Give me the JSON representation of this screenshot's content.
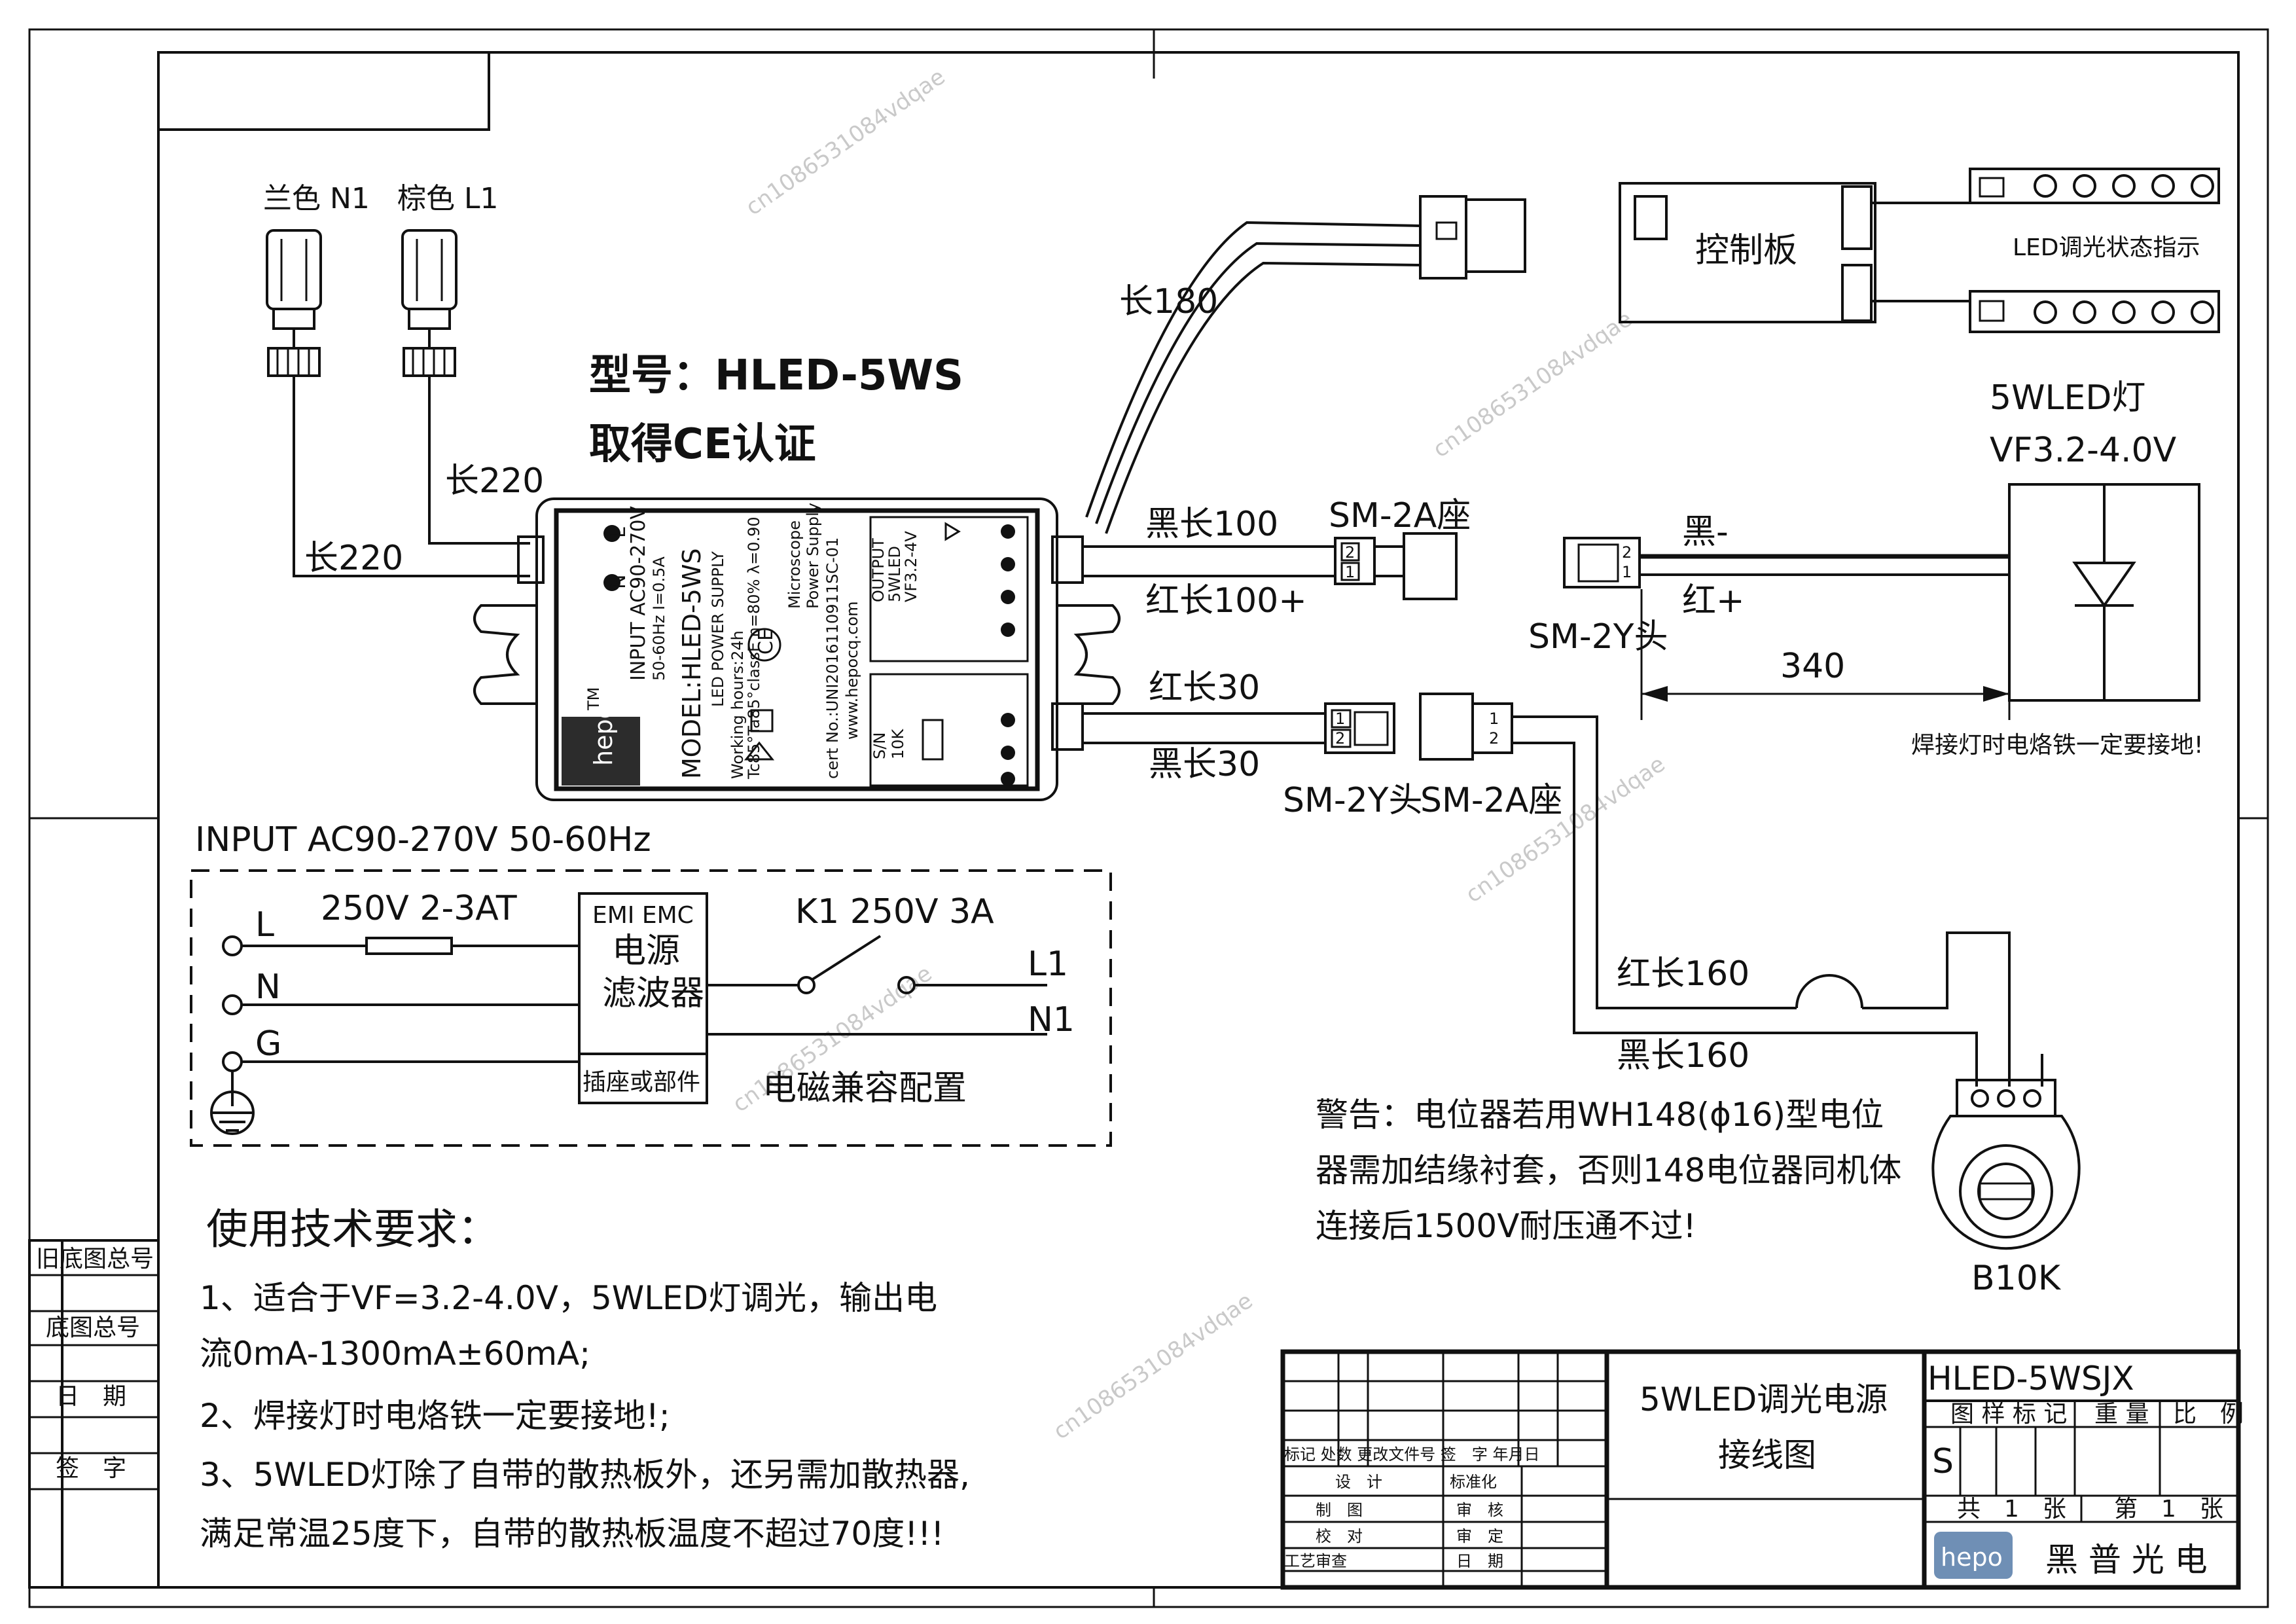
{
  "wire_labels": {
    "blue_n1": "兰色 N1",
    "brown_l1": "棕色 L1",
    "len_220_a": "长220",
    "len_220_b": "长220",
    "len_180": "长180",
    "black_100": "黑长100",
    "red_100": "红长100+",
    "red_30": "红长30",
    "black_30": "黑长30",
    "red_160": "红长160",
    "black_160": "黑长160",
    "black_minus": "黑-",
    "red_plus": "红+",
    "dim_340": "340"
  },
  "model": {
    "line1": "型号：HLED-5WS",
    "line2": "取得CE认证"
  },
  "connectors": {
    "sm2a_top": "SM-2A座",
    "sm2y_right": "SM-2Y头",
    "sm2y_bottom": "SM-2Y头",
    "sm2a_bottom": "SM-2A座",
    "pin_1": "1",
    "pin_2": "2"
  },
  "control_board": {
    "title": "控制板",
    "indicator": "LED调光状态指示"
  },
  "led_lamp": {
    "title": "5WLED灯",
    "vf": "VF3.2-4.0V",
    "solder_note": "焊接灯时电烙铁一定要接地!"
  },
  "potentiometer": {
    "label": "B10K"
  },
  "warning": [
    "警告：电位器若用WH148(ϕ16)型电位",
    "器需加结缘衬套，否则148电位器同机体",
    "连接后1500V耐压通不过!"
  ],
  "supply_label": {
    "terminal_n": "N",
    "terminal_l": "L",
    "tm": "TM",
    "brand": "hepo",
    "model": "MODEL:HLED-5WS",
    "type": "LED POWER SUPPLY",
    "input": "INPUT AC90-270V",
    "freq": "50-60Hz I=0.5A",
    "working": "Working hours:24h",
    "temp": "Tc85°Ta85°classE η=80% λ=0.90",
    "cert": "cert No.:UNI2016110911SC-01",
    "microscope": "Microscope",
    "power_supply": "Power Supply",
    "website": "www.hepocq.com",
    "output": "OUTPUT",
    "output_led": "5WLED",
    "output_vf": "VF3.2-4V",
    "ce": "CE",
    "sn": "S/N",
    "r10k": "10K"
  },
  "schematic": {
    "title": "INPUT AC90-270V 50-60Hz",
    "L": "L",
    "N": "N",
    "G": "G",
    "fuse": "250V 2-3AT",
    "emi1": "EMI EMC",
    "emi2": "电源",
    "emi3": "滤波器",
    "socket": "插座或部件",
    "switch": "K1 250V 3A",
    "L1": "L1",
    "N1": "N1",
    "emc_config": "电磁兼容配置"
  },
  "requirements": {
    "title": "使用技术要求：",
    "lines": [
      "1、适合于VF=3.2-4.0V，5WLED灯调光，输出电",
      "流0mA-1300mA±60mA;",
      "2、焊接灯时电烙铁一定要接地!;",
      "3、5WLED灯除了自带的散热板外，还另需加散热器,",
      "满足常温25度下，自带的散热板温度不超过70度!!!"
    ]
  },
  "side_block": {
    "old_drawing_no": "旧底图总号",
    "drawing_no": "底图总号",
    "date": "日　期",
    "signature": "签　字"
  },
  "title_block": {
    "revision_header": "标记 处数 更改文件号 签　字 年月日",
    "design": "设　计",
    "standardize": "标准化",
    "draw": "制　图",
    "audit": "审　核",
    "proofread": "校　对",
    "approve": "审　定",
    "process_audit": "工艺审查",
    "date": "日　期",
    "title_1": "5WLED调光电源",
    "title_2": "接线图",
    "drawing_code": "HLED-5WSJX",
    "stage_mark": "图 样 标 记",
    "weight": "重 量",
    "scale": "比　例",
    "stage_s": "S",
    "total": "共　1　张",
    "sheet": "第　1　张",
    "company": "黑 普 光 电",
    "logo": "hepo"
  },
  "watermark": "cn1086531084vdqae"
}
